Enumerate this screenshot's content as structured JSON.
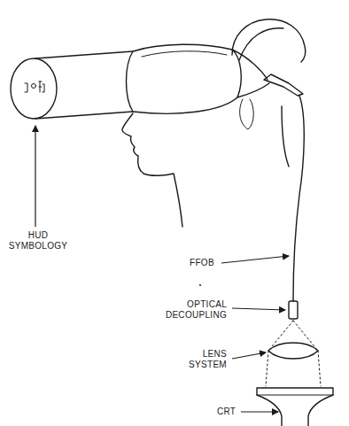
{
  "diagram": {
    "labels": [
      "HUD SYMBOLOGY",
      "FFOB",
      "OPTICAL DECOUPLING",
      "LENS SYSTEM",
      "CRT"
    ]
  }
}
